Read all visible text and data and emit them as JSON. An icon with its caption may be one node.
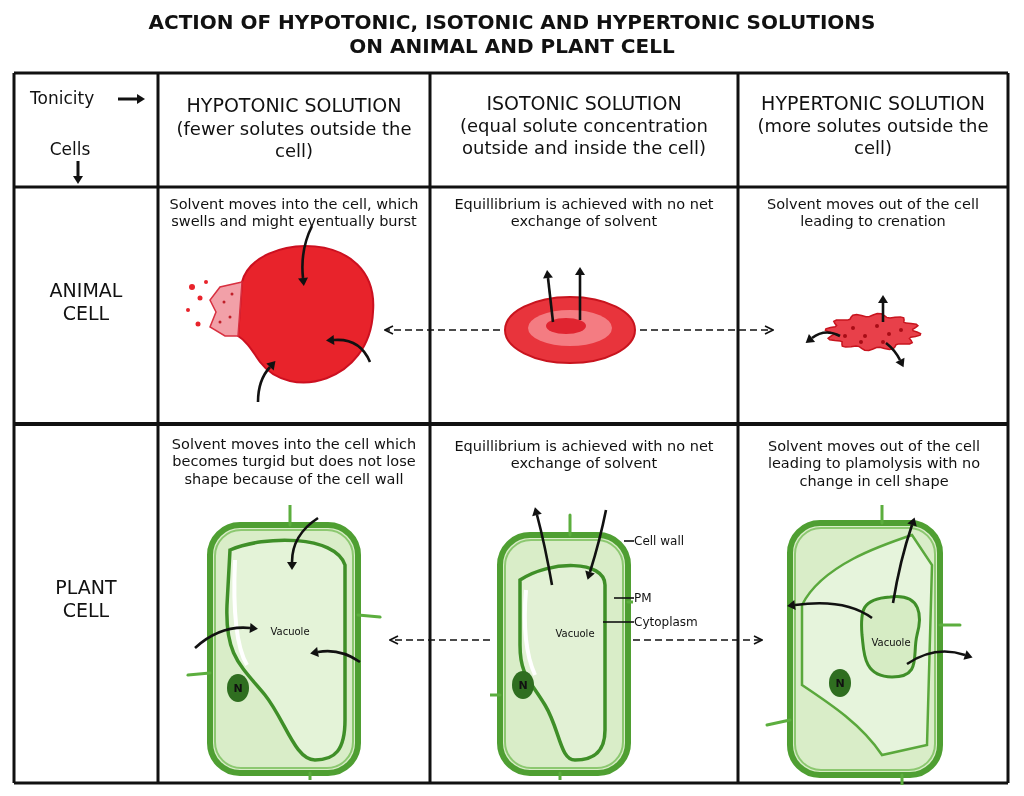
{
  "diagram": {
    "title": "ACTION OF HYPOTONIC, ISOTONIC AND HYPERTONIC SOLUTIONS ON ANIMAL AND PLANT CELL",
    "nodes": [
      {
        "text": [],
        "shape": "picture"
      },
      {
        "text": [],
        "shape": "picture"
      },
      {
        "text": [],
        "shape": "picture"
      },
      {
        "text": [
          "Vacuole",
          "N"
        ]
      },
      {
        "text": [
          "Vacuole",
          "N"
        ]
      },
      {
        "text": [
          "Vacuole",
          "N"
        ]
      },
      {
        "text": [
          "Cell wall"
        ]
      },
      {
        "text": [
          "PM"
        ]
      },
      {
        "text": [
          "Cytoplasm"
        ]
      }
    ],
    "edges": [
      {
        "from": 1,
        "to": 0,
        "arrow": "to",
        "style": "dashed"
      },
      {
        "from": 1,
        "to": 2,
        "arrow": "to",
        "style": "dashed"
      },
      {
        "from": 4,
        "to": 3,
        "arrow": "to",
        "style": "dashed"
      },
      {
        "from": 4,
        "to": 5,
        "arrow": "to",
        "style": "dashed"
      },
      {
        "from": 6,
        "to": 4,
        "arrow": "none"
      },
      {
        "from": 7,
        "to": 4,
        "arrow": "none"
      },
      {
        "from": 8,
        "to": 4,
        "arrow": "none"
      }
    ],
    "labels": [
      "Tonicity",
      "Cells",
      "HYPOTONIC SOLUTION",
      "(fewer solutes outside the cell)",
      "ISOTONIC SOLUTION",
      "(equal solute concentration outside and inside the cell)",
      "HYPERTONIC SOLUTION",
      "(more solutes outside the cell)",
      "ANIMAL CELL",
      "Solvent moves into the cell, which swells and might eventually burst",
      "Equillibrium is achieved with no net exchange of solvent",
      "Solvent moves out of the cell leading to crenation",
      "PLANT CELL",
      "Solvent moves into the cell which becomes turgid but does not lose shape because of the cell wall",
      "Equillibrium is achieved with no net exchange of solvent",
      "Solvent moves out of the cell leading to plamolysis with no change in cell shape"
    ]
  }
}
